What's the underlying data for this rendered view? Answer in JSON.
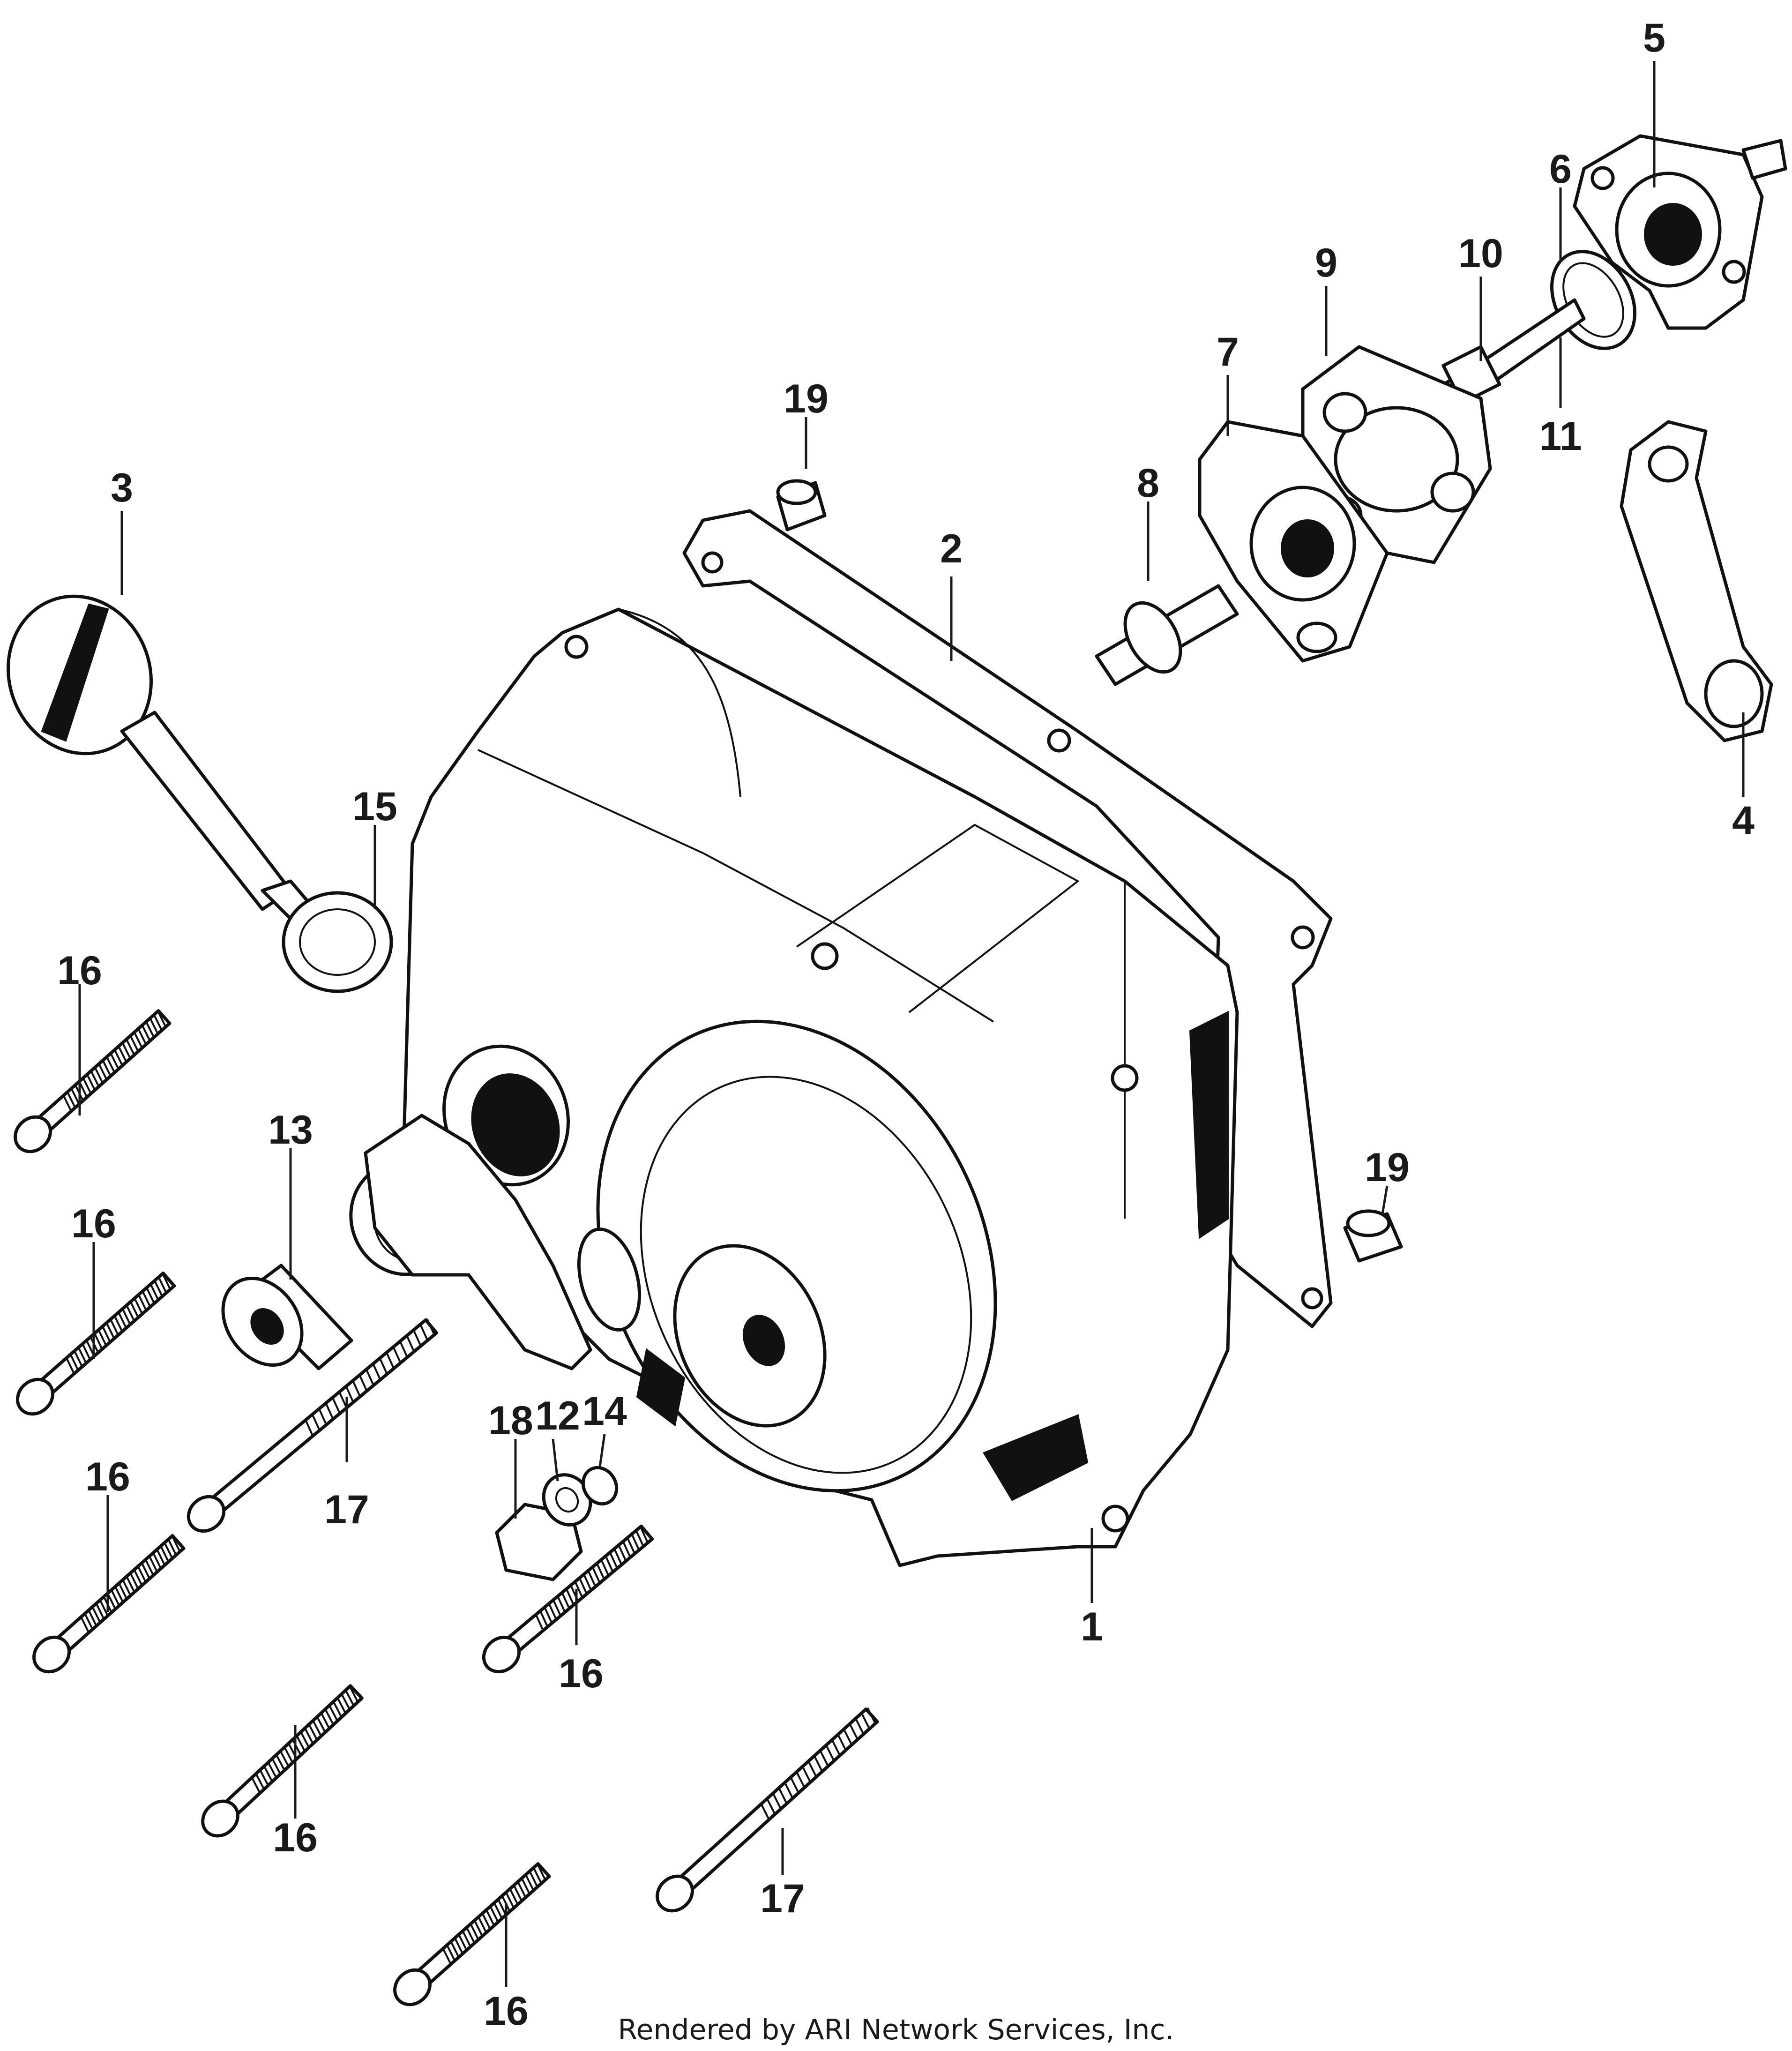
{
  "callouts": [
    "1",
    "2",
    "3",
    "4",
    "5",
    "6",
    "7",
    "8",
    "9",
    "10",
    "11",
    "12",
    "13",
    "14",
    "15",
    "16",
    "17",
    "18",
    "19"
  ],
  "footer": "Rendered by ARI Network Services, Inc."
}
